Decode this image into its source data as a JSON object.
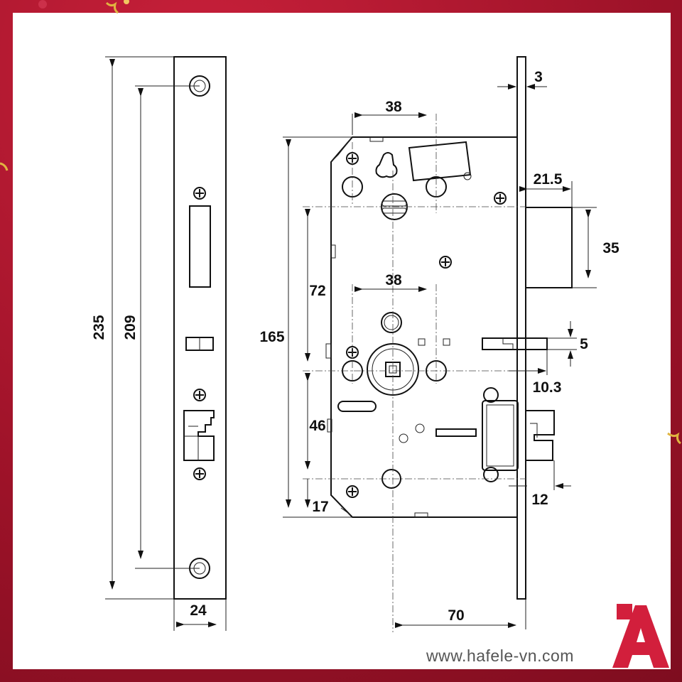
{
  "website": "www.hafele-vn.com",
  "colors": {
    "frame": "#a8182c",
    "brand": "#d21f3c",
    "ink": "#111111"
  },
  "brand_logo_icon": "hafele-a-logo-icon",
  "dimensions": {
    "overall_height": "235",
    "screw_spacing": "209",
    "faceplate_width": "24",
    "body_height": "165",
    "upper_spacing": "72",
    "lower_spacing": "46",
    "bottom_offset": "17",
    "top_spacing": "38",
    "mid_spacing": "38",
    "faceplate_thickness": "3",
    "deadbolt_throw": "21.5",
    "deadbolt_height": "35",
    "latch_gap": "5",
    "latch_offset": "10.3",
    "latch_projection": "12",
    "backset": "70"
  }
}
